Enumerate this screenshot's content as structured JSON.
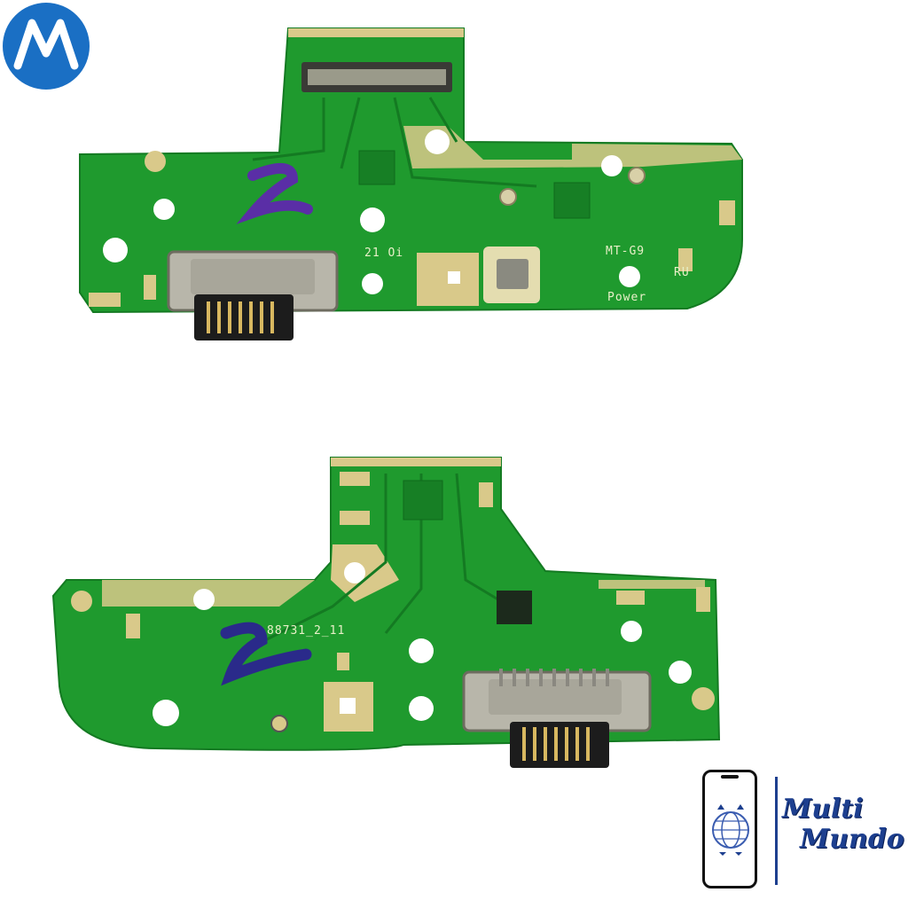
{
  "brand": {
    "line1": "Multi",
    "line2": "Mundo"
  },
  "boards": {
    "top": {
      "labels": [
        "MT-G9",
        "RU",
        "Power",
        "21 Oi"
      ]
    },
    "bottom": {
      "labels": [
        "88731_2_11"
      ]
    }
  },
  "icons": {
    "logo": "motorola-logo-icon",
    "phone": "phone-icon",
    "globe": "globe-icon"
  },
  "colors": {
    "pcb_green": "#1f9a2e",
    "pcb_dark": "#157a22",
    "gold": "#d9c98a",
    "logo_blue": "#1a6fc4",
    "brand_blue": "#1d3f8f"
  }
}
